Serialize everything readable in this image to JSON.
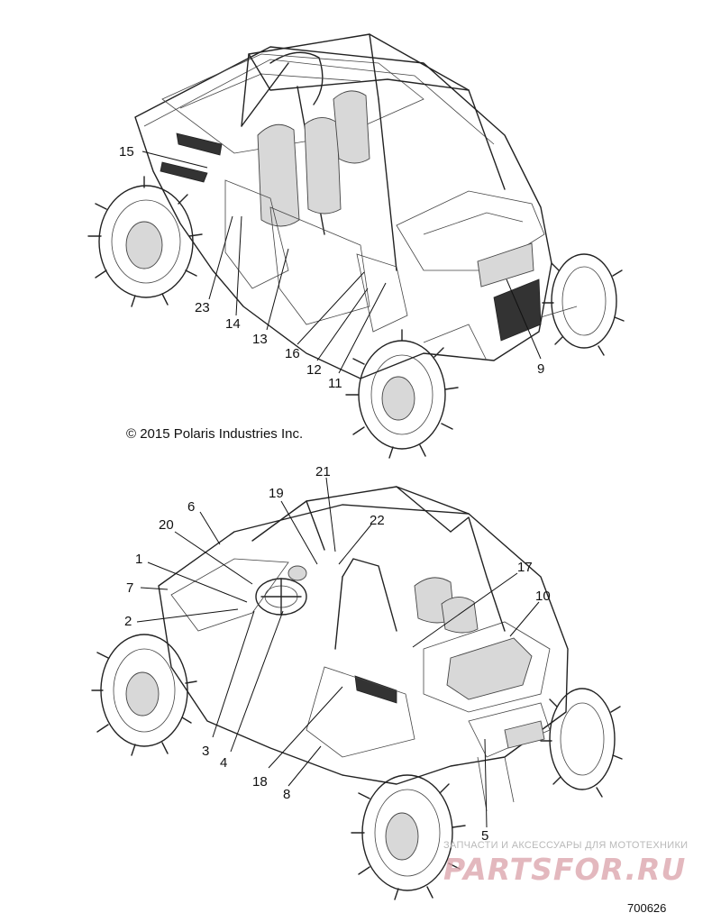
{
  "copyright": "© 2015 Polaris Industries Inc.",
  "figure_number": "700626",
  "watermark": {
    "tagline": "ЗАПЧАСТИ И АКСЕССУАРЫ ДЛЯ МОТОТЕХНИКИ",
    "brand": "PARTSFOR.RU"
  },
  "upper_view": {
    "callouts": [
      "15",
      "23",
      "14",
      "13",
      "16",
      "12",
      "11",
      "9"
    ]
  },
  "lower_view": {
    "callouts": [
      "21",
      "19",
      "6",
      "20",
      "22",
      "1",
      "7",
      "17",
      "10",
      "2",
      "3",
      "4",
      "18",
      "8",
      "5"
    ]
  }
}
